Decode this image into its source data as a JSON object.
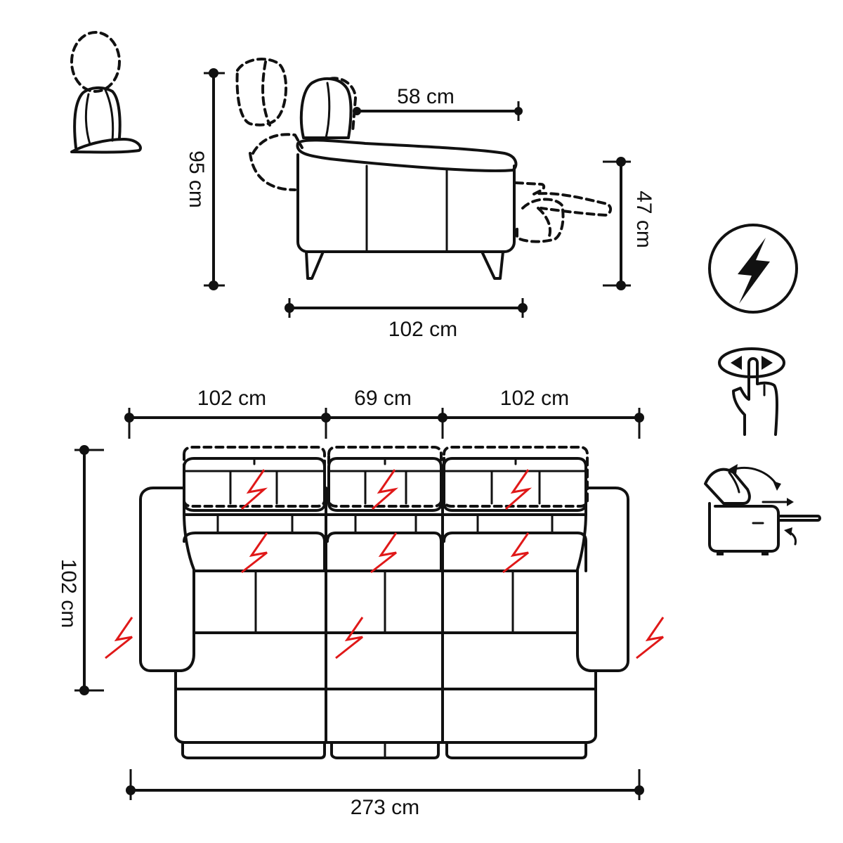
{
  "dimensions": {
    "side_depth": "58 cm",
    "side_height": "95 cm",
    "side_width": "102 cm",
    "footrest_height": "47 cm",
    "seat_left": "102 cm",
    "seat_middle": "69 cm",
    "seat_right": "102 cm",
    "total_depth": "102 cm",
    "total_width": "273 cm"
  },
  "icons": {
    "headrest": "adjustable-headrest-icon",
    "power": "electric-power-icon",
    "button": "touch-button-icon",
    "recliner": "recliner-motion-icon"
  },
  "colors": {
    "line": "#111111",
    "electric": "#e01818"
  }
}
